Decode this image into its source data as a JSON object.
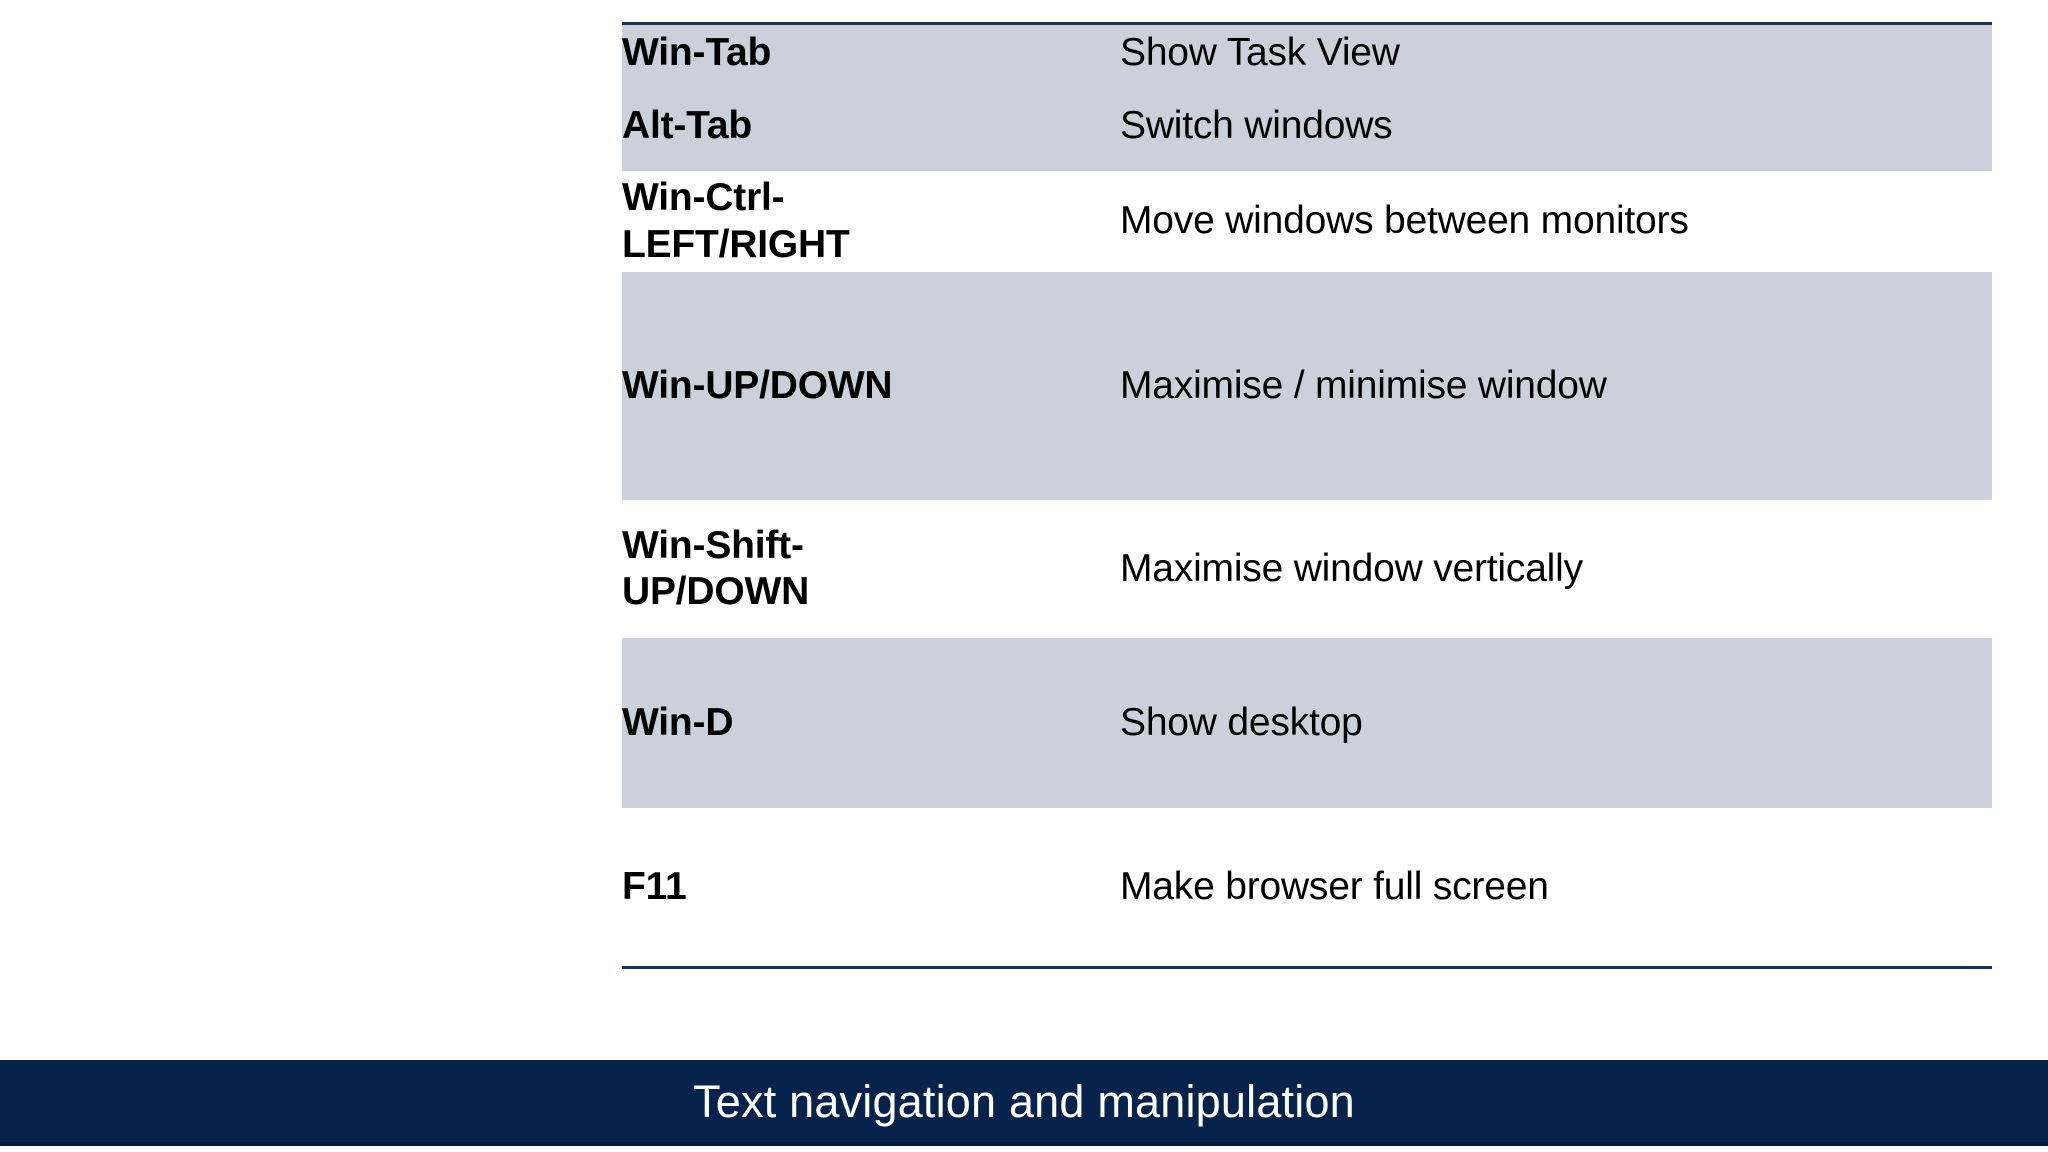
{
  "slide": {
    "background_color": "#ffffff",
    "accent_navy": "#07234b",
    "row_shade_color": "#cbd0da",
    "table_border_color": "#12325c"
  },
  "table": {
    "name": "windows-shortcuts-table",
    "rows": [
      {
        "key": "Win-Tab",
        "description": "Show Task View",
        "shaded": true
      },
      {
        "key": "Alt-Tab",
        "description": "Switch windows",
        "shaded": true
      },
      {
        "key_line1": "Win-Ctrl-",
        "key_line2": "LEFT/RIGHT",
        "description": "Move windows between monitors",
        "shaded": false
      },
      {
        "key": "Win-UP/DOWN",
        "description": "Maximise / minimise window",
        "shaded": true
      },
      {
        "key_line1": "Win-Shift-",
        "key_line2": "UP/DOWN",
        "description": "Maximise window vertically",
        "shaded": false
      },
      {
        "key": "Win-D",
        "description": "Show desktop",
        "shaded": true
      },
      {
        "key": "F11",
        "description": "Make browser full screen",
        "shaded": false
      }
    ]
  },
  "footer": {
    "title": "Text navigation and manipulation"
  }
}
